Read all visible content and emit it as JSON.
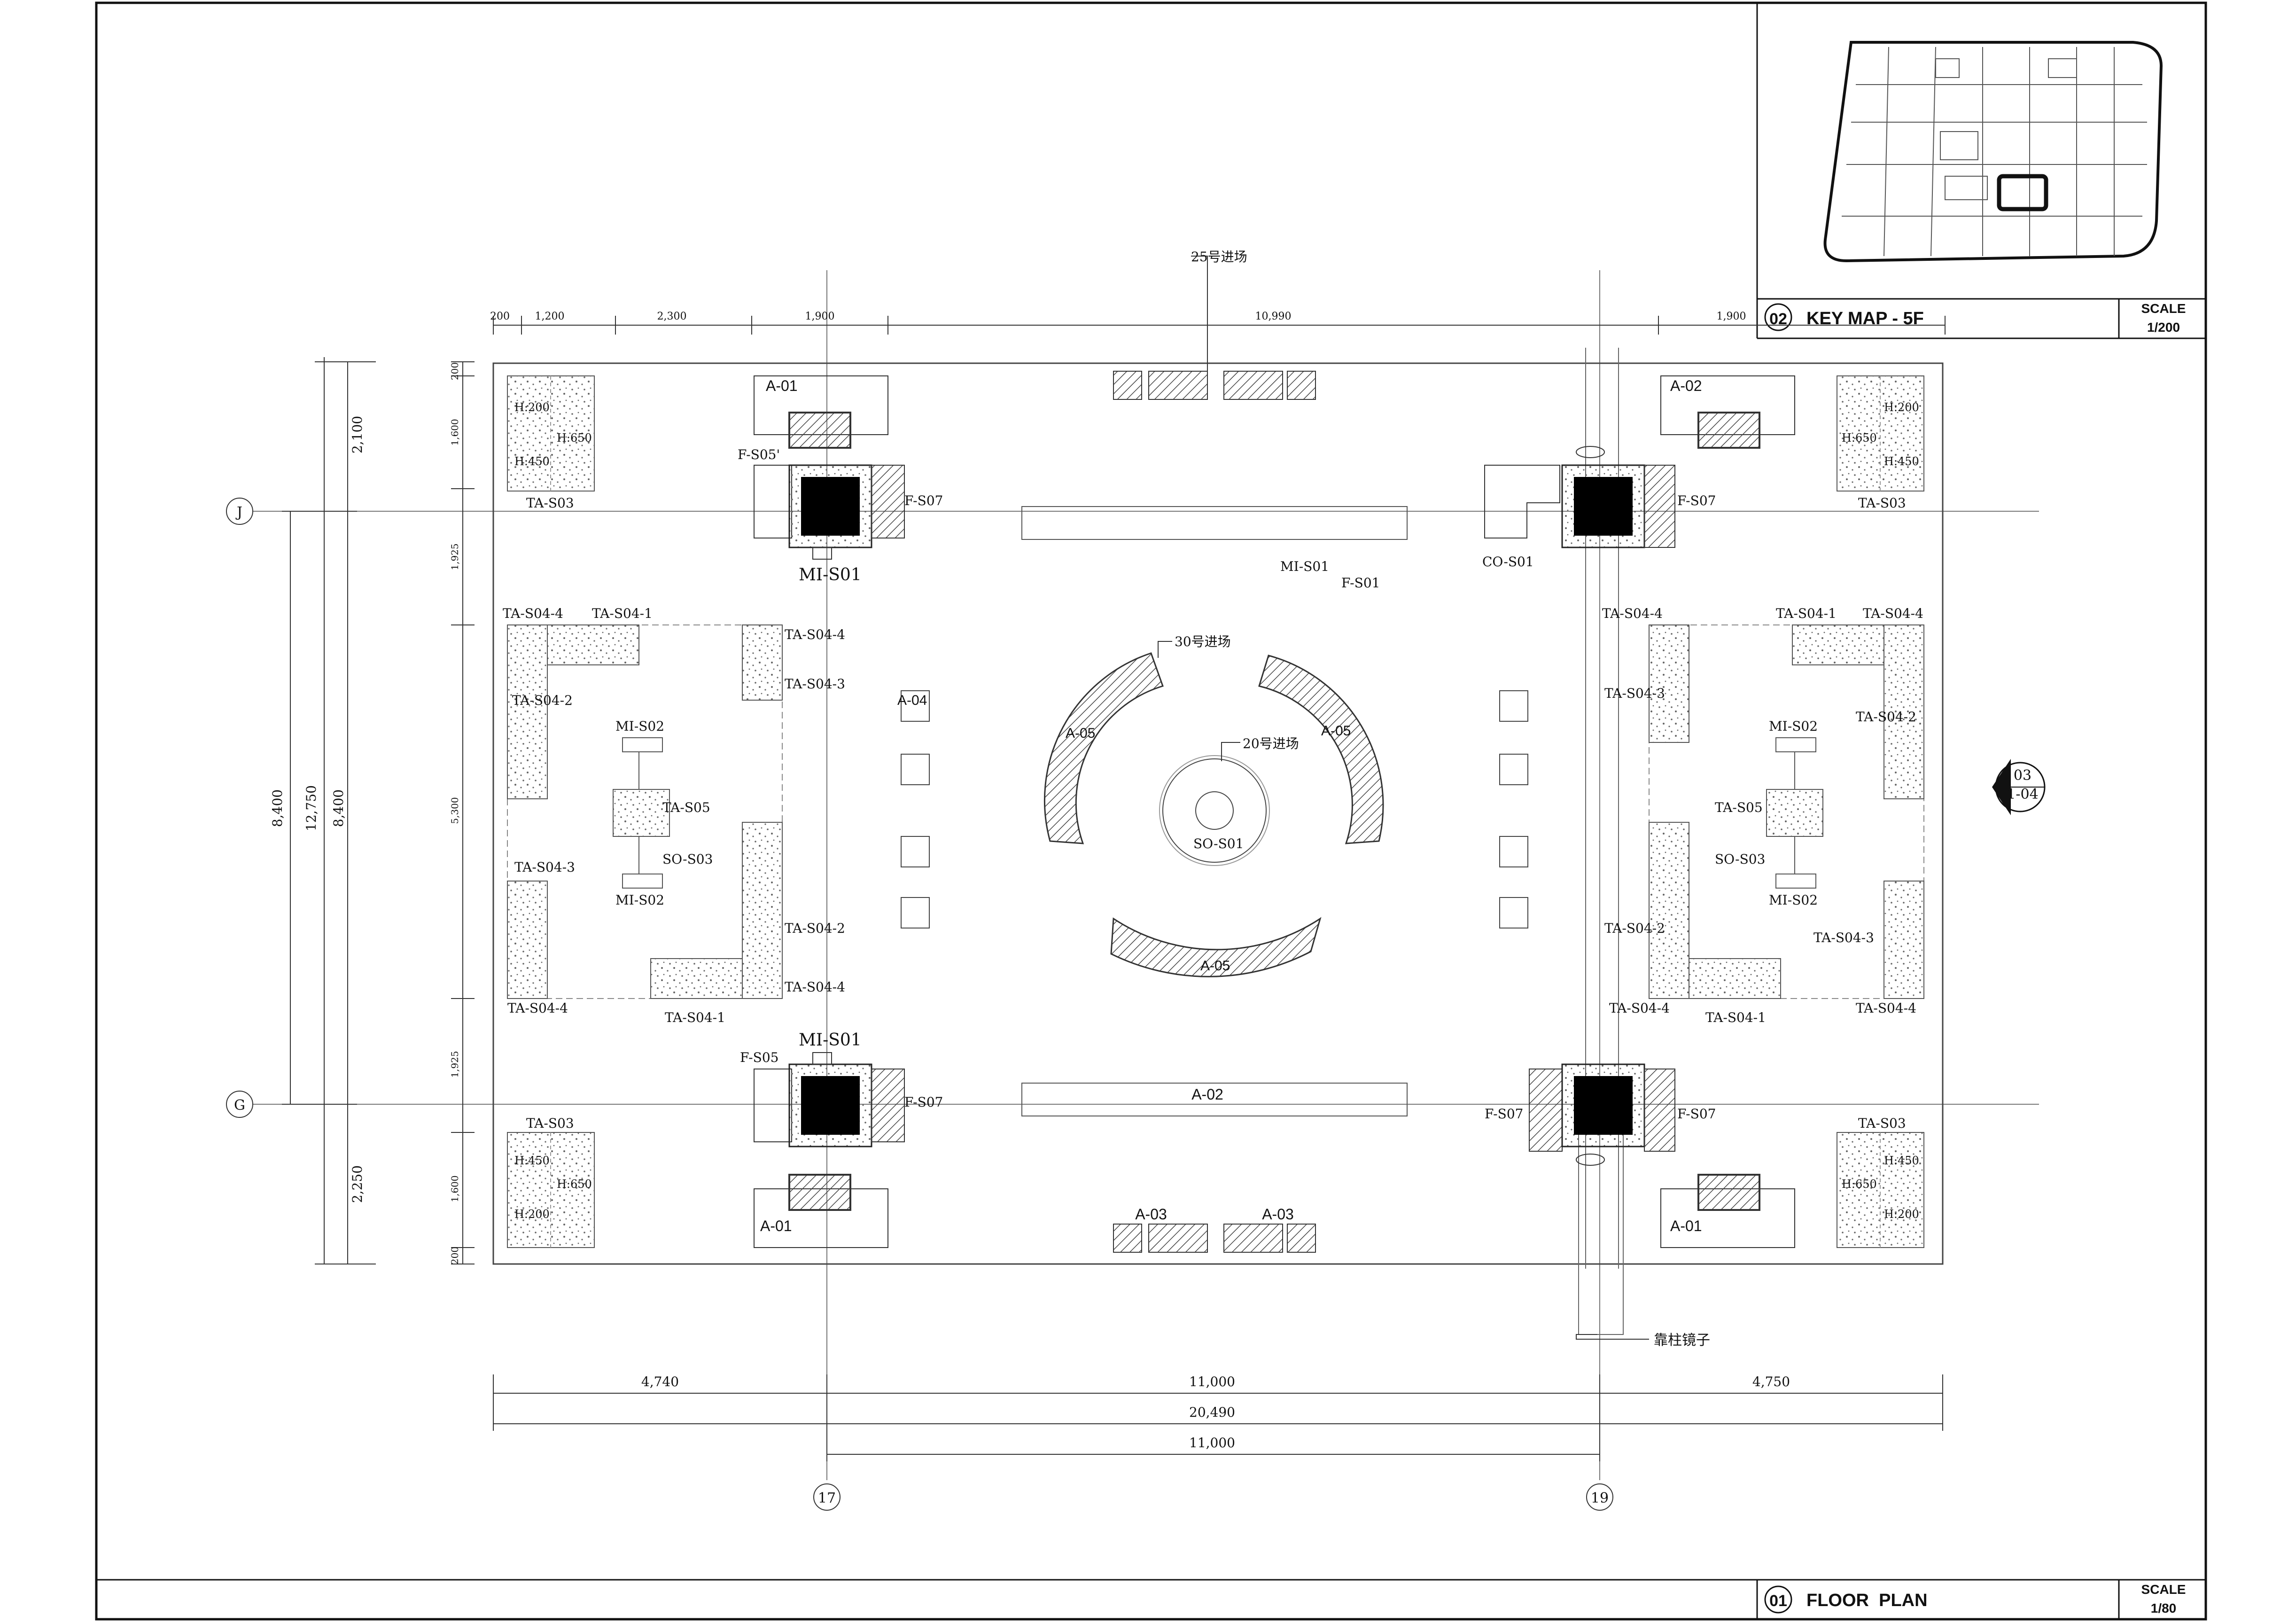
{
  "key_map": {
    "number": "02",
    "title": "KEY MAP - 5F",
    "scale_label": "SCALE",
    "scale_value": "1/200"
  },
  "floor_plan": {
    "number": "01",
    "title": "FLOOR  PLAN",
    "scale_label": "SCALE",
    "scale_value": "1/80"
  },
  "grid": {
    "J": "J",
    "G": "G",
    "col17": "17",
    "col19": "19"
  },
  "section_marker": {
    "top": "03",
    "bottom": "1-04"
  },
  "dims": {
    "top": [
      "200",
      "1,200",
      "2,300",
      "1,900",
      "10,990",
      "1,900"
    ],
    "bottom_row1": [
      "4,740",
      "11,000",
      "4,750"
    ],
    "bottom_row2": "20,490",
    "bottom_row3": "11,000",
    "left_outer": "8,400",
    "left_mid": "12,750",
    "left_inner_top": "2,100",
    "left_inner_mid": "8,400",
    "left_inner_bot": "2,250",
    "left_small": [
      "200",
      "1,600",
      "1,925",
      "5,300",
      "1,925",
      "1,600",
      "200"
    ]
  },
  "notes": {
    "entry25": "25号进场",
    "entry30": "30号进场",
    "entry20": "20号进场",
    "mirror": "靠柱镜子"
  },
  "labels": {
    "a01": "A-01",
    "a02": "A-02",
    "a03": "A-03",
    "a04": "A-04",
    "a05": "A-05",
    "f_s05p": "F-S05'",
    "f_s05": "F-S05",
    "f_s07": "F-S07",
    "mi_s01": "MI-S01",
    "mi_s02": "MI-S02",
    "f_s01": "F-S01",
    "co_s01": "CO-S01",
    "so_s01": "SO-S01",
    "so_s03": "SO-S03",
    "ta_s03": "TA-S03",
    "ta_s04_1": "TA-S04-1",
    "ta_s04_2": "TA-S04-2",
    "ta_s04_3": "TA-S04-3",
    "ta_s04_4": "TA-S04-4",
    "ta_s05": "TA-S05",
    "h200": "H:200",
    "h450": "H:450",
    "h650": "H:650"
  },
  "colors": {
    "line": "#111111",
    "thin": "#555555",
    "hatch": "#444444"
  }
}
